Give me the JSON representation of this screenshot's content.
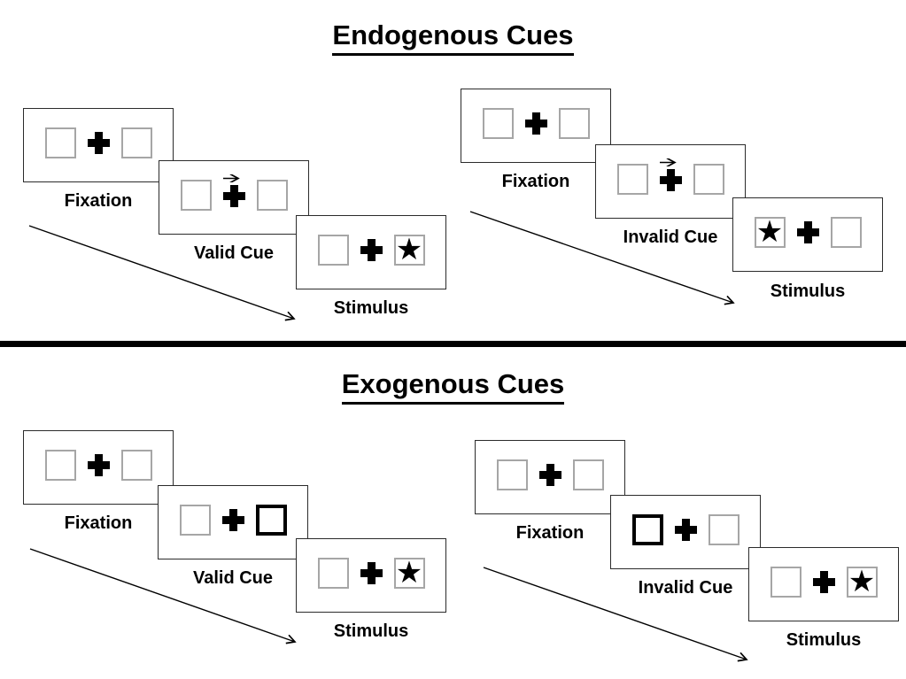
{
  "sections": {
    "endogenous": {
      "title": "Endogenous Cues",
      "valid": {
        "fixation_label": "Fixation",
        "cue_label": "Valid Cue",
        "stimulus_label": "Stimulus"
      },
      "invalid": {
        "fixation_label": "Fixation",
        "cue_label": "Invalid Cue",
        "stimulus_label": "Stimulus"
      }
    },
    "exogenous": {
      "title": "Exogenous Cues",
      "valid": {
        "fixation_label": "Fixation",
        "cue_label": "Valid Cue",
        "stimulus_label": "Stimulus"
      },
      "invalid": {
        "fixation_label": "Fixation",
        "cue_label": "Invalid Cue",
        "stimulus_label": "Stimulus"
      }
    }
  },
  "glyphs": {
    "star": "★"
  },
  "colors": {
    "ink": "#000000",
    "box_border": "#a6a6a6",
    "panel_border": "#2b2b2b",
    "background": "#ffffff"
  }
}
